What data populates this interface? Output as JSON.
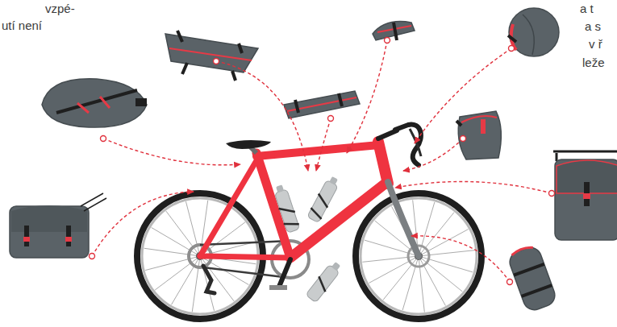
{
  "diagram": {
    "labels": [
      "vzpé-",
      "utí není",
      "a t",
      "a s",
      "v ř",
      "leže"
    ]
  }
}
